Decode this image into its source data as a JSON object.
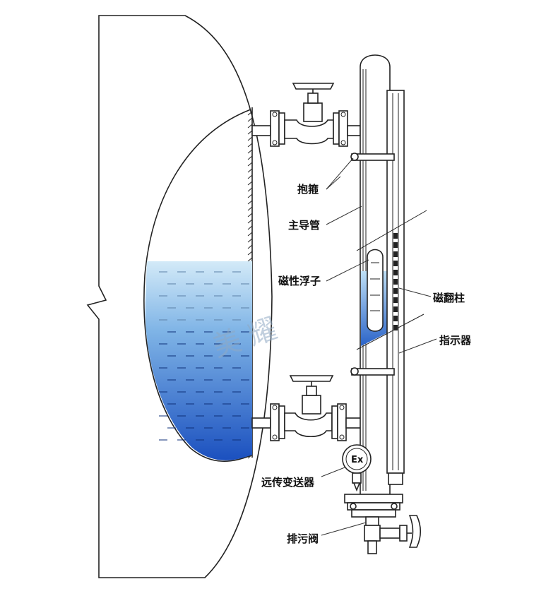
{
  "labels": {
    "clamp": "抱箍",
    "main_tube": "主导管",
    "magnetic_float": "磁性浮子",
    "flip_column": "磁翻柱",
    "indicator": "指示器",
    "remote_transmitter": "远传变送器",
    "drain_valve": "排污阀"
  },
  "explosion_mark": "Ex",
  "watermark": "美 耀",
  "colors": {
    "liquid_top": "#c9e3f5",
    "liquid_bottom": "#1f56c2",
    "line": "#222222"
  }
}
